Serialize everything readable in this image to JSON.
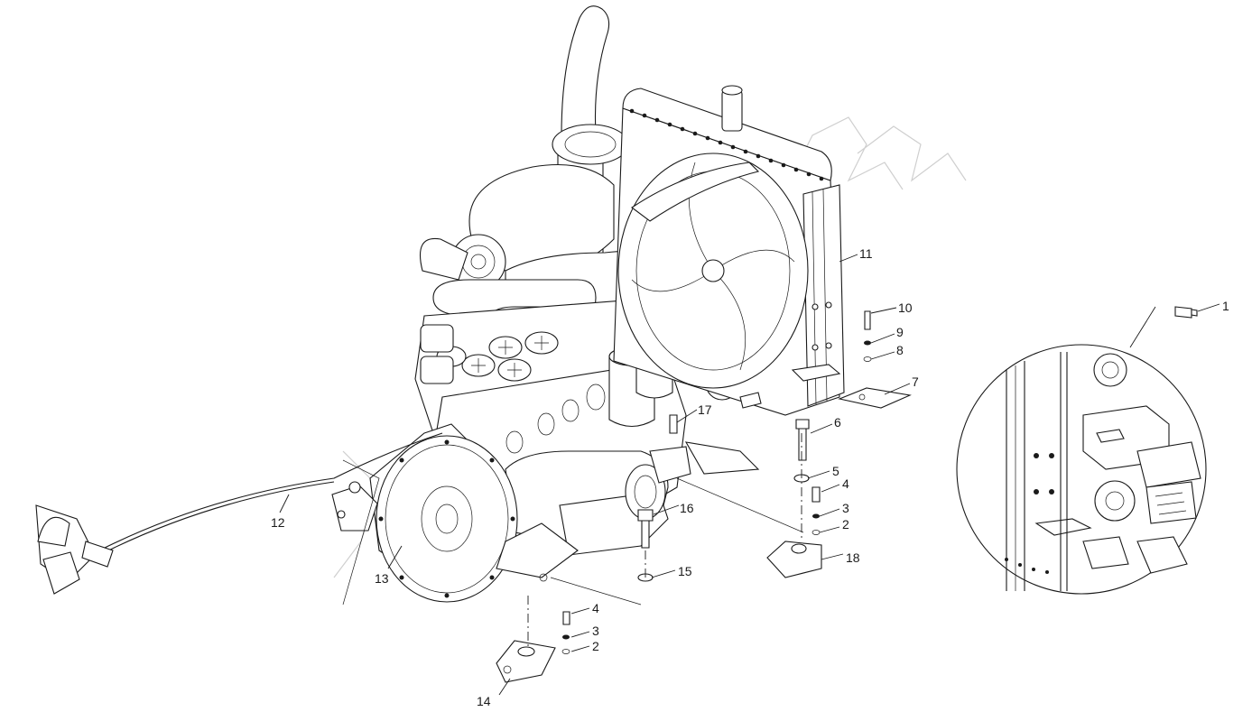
{
  "diagram": {
    "callouts": [
      {
        "id": "c1",
        "label": "1"
      },
      {
        "id": "c2a",
        "label": "2"
      },
      {
        "id": "c2b",
        "label": "2"
      },
      {
        "id": "c3a",
        "label": "3"
      },
      {
        "id": "c3b",
        "label": "3"
      },
      {
        "id": "c4a",
        "label": "4"
      },
      {
        "id": "c4b",
        "label": "4"
      },
      {
        "id": "c5",
        "label": "5"
      },
      {
        "id": "c6",
        "label": "6"
      },
      {
        "id": "c7",
        "label": "7"
      },
      {
        "id": "c8",
        "label": "8"
      },
      {
        "id": "c9",
        "label": "9"
      },
      {
        "id": "c10",
        "label": "10"
      },
      {
        "id": "c11",
        "label": "11"
      },
      {
        "id": "c12",
        "label": "12"
      },
      {
        "id": "c13",
        "label": "13"
      },
      {
        "id": "c14",
        "label": "14"
      },
      {
        "id": "c15",
        "label": "15"
      },
      {
        "id": "c16",
        "label": "16"
      },
      {
        "id": "c17",
        "label": "17"
      },
      {
        "id": "c18",
        "label": "18"
      }
    ],
    "colors": {
      "line": "#1a1a1a",
      "background": "#ffffff",
      "watermark": "#cfcfcf"
    }
  }
}
